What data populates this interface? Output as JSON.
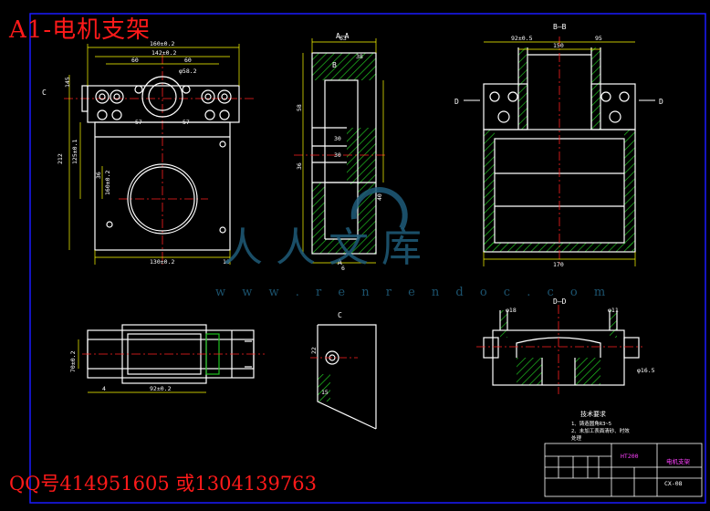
{
  "drawing": {
    "overlay_title": "A1-电机支架",
    "overlay_contact": "QQ号414951605  或1304139763",
    "watermark": {
      "glyphs": "人人文库",
      "url": "w w w . r e n r e n d o c . c o m"
    },
    "section_labels": {
      "aa": "A—A",
      "bb": "B—B",
      "dd": "D—D",
      "c_view": "C",
      "c_arrow": "C",
      "d_left": "D",
      "d_right": "D",
      "b_mark": "B",
      "a_mark": "A"
    },
    "dimensions": {
      "front_1": "160±0.2",
      "front_2": "142±0.2",
      "front_3": "60",
      "front_4": "60",
      "front_5": "57",
      "front_6": "57",
      "front_7": "212",
      "front_8": "125±0.1",
      "front_9": "145",
      "front_10": "36",
      "front_11": "160±0.2",
      "front_12": "130±0.2",
      "front_13": "10",
      "front_14": "φ58.2",
      "aa_1": "63",
      "aa_2": "38",
      "aa_3": "58",
      "aa_4": "30",
      "aa_5": "30",
      "aa_6": "36",
      "aa_7": "40",
      "aa_8": "6",
      "bb_1": "92±0.5",
      "bb_2": "95",
      "bb_3": "150",
      "bb_4": "170",
      "top_1": "92±0.2",
      "top_2": "4",
      "top_3": "70±0.2",
      "dd_1": "φ18",
      "dd_2": "φ11",
      "dd_3": "φ16.5",
      "c_1": "22",
      "c_2": "15"
    },
    "notes": {
      "heading": "技术要求",
      "line1": "1、铸造圆角R3~5",
      "line2": "2、未加工表面清砂、时效",
      "line3": "处理"
    },
    "title_block": {
      "material": "HT200",
      "part_name": "电机支架",
      "drawing_no": "CX-08"
    },
    "colors": {
      "background": "#000000",
      "outline": "#ffffff",
      "dimension": "#ffff00",
      "centerline": "#ff2020",
      "hatch": "#20c020",
      "frame": "#1a1aff",
      "title_block_text": "#ff40ff"
    }
  }
}
